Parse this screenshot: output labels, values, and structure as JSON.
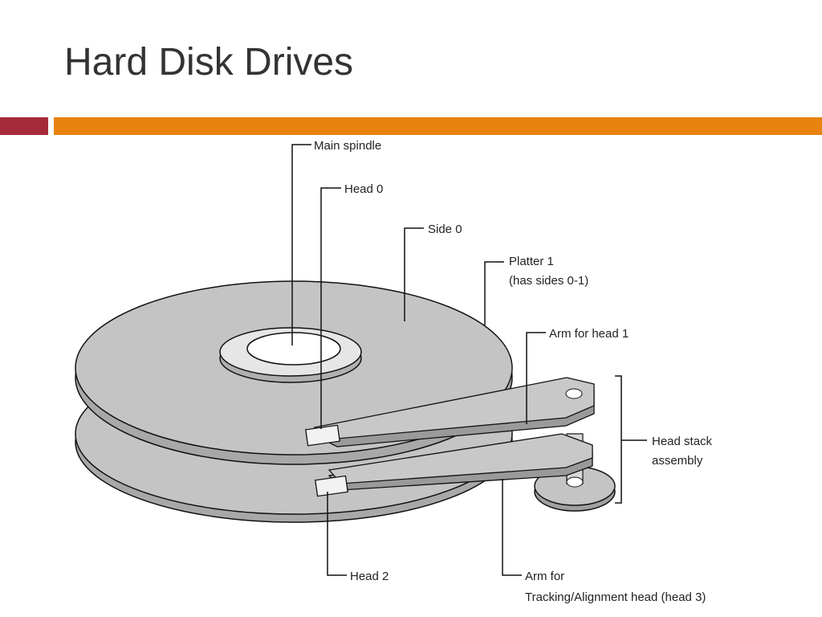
{
  "slide": {
    "title": "Hard Disk Drives"
  },
  "colors": {
    "accent_left": "#a52a3a",
    "accent_right": "#e8830f",
    "platter": "#c0c0c0"
  },
  "diagram": {
    "labels": {
      "main_spindle": "Main spindle",
      "head_0": "Head 0",
      "side_0": "Side 0",
      "platter_1_line1": "Platter 1",
      "platter_1_line2": "(has sides 0-1)",
      "arm_head_1": "Arm for head 1",
      "head_stack_line1": "Head stack",
      "head_stack_line2": "assembly",
      "head_2": "Head 2",
      "arm_tracking_line1": "Arm for",
      "arm_tracking_line2": "Tracking/Alignment head (head 3)"
    }
  }
}
